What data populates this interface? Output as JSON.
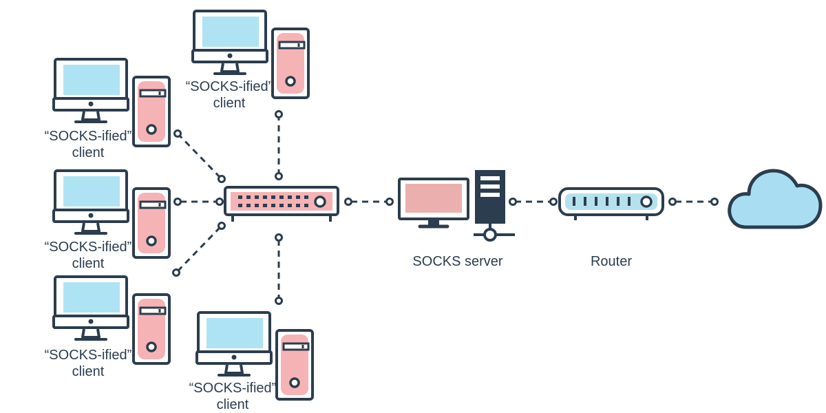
{
  "colors": {
    "outline": "#2b3d4e",
    "screen": "#aee3f4",
    "tower": "#f6b3b5",
    "server_screen": "#ebb0ad",
    "router_panel": "#b5e1ed",
    "cloud": "#a9def2",
    "background": "#ffffff"
  },
  "clients": [
    {
      "line1": "“SOCKS-ified”",
      "line2": "client"
    },
    {
      "line1": "“SOCKS-ified”",
      "line2": "client"
    },
    {
      "line1": "“SOCKS-ified”",
      "line2": "client"
    },
    {
      "line1": "“SOCKS-ified”",
      "line2": "client"
    },
    {
      "line1": "“SOCKS-ified”",
      "line2": "client"
    }
  ],
  "server": {
    "label": "SOCKS server"
  },
  "router": {
    "label": "Router"
  },
  "icons": {
    "client": "desktop-computer-icon",
    "switch": "network-switch-icon",
    "server": "server-icon",
    "router": "router-icon",
    "cloud": "cloud-icon"
  }
}
